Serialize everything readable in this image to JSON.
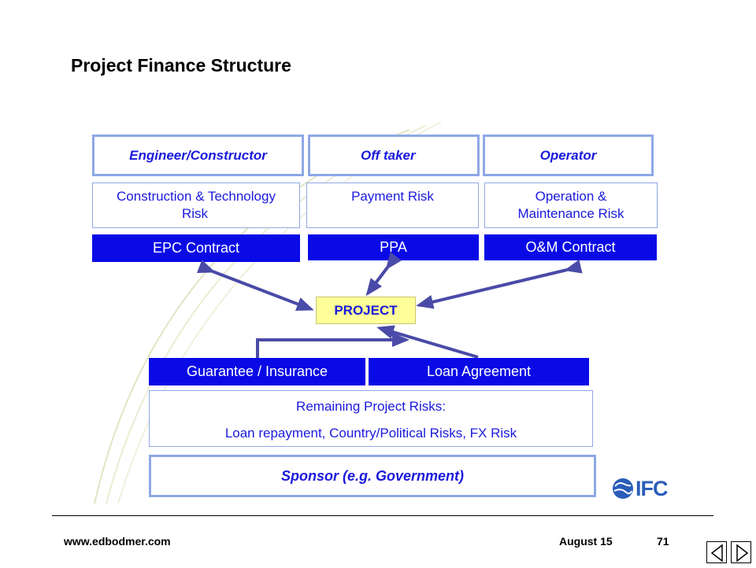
{
  "title": "Project Finance Structure",
  "parties": {
    "engineer": "Engineer/Constructor",
    "offtaker": "Off taker",
    "operator": "Operator"
  },
  "risks": {
    "construction_line1": "Construction & Technology",
    "construction_line2": "Risk",
    "payment": "Payment Risk",
    "operation_line1": "Operation &",
    "operation_line2": "Maintenance Risk"
  },
  "contracts": {
    "epc": "EPC Contract",
    "ppa": "PPA",
    "om": "O&M Contract"
  },
  "project": "PROJECT",
  "agreements": {
    "guarantee": "Guarantee / Insurance",
    "loan": "Loan Agreement"
  },
  "remaining": {
    "line1": "Remaining Project Risks:",
    "line2": "Loan repayment, Country/Political Risks, FX Risk"
  },
  "sponsor": "Sponsor (e.g. Government)",
  "logo_text": "IFC",
  "footer": {
    "website": "www.edbodmer.com",
    "date": "August 15",
    "page": "71"
  },
  "colors": {
    "accent_blue": "#0a0ae6",
    "text_blue": "#1a1adc",
    "border_blue": "#8ea8e6",
    "arrow_blue": "#4a4aa8",
    "project_yellow": "#ffff99"
  }
}
